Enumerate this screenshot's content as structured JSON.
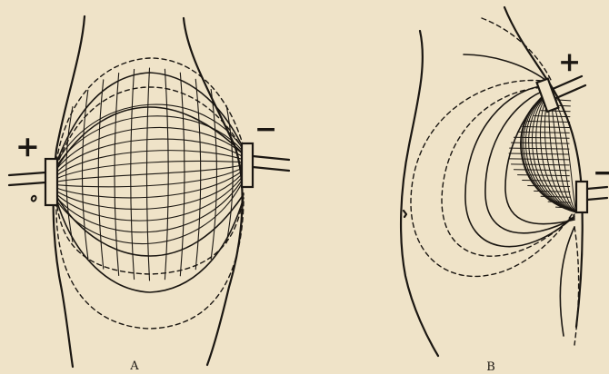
{
  "figure": {
    "background": "#efe3c8",
    "ink": "#1b1712",
    "panels": [
      {
        "id": "A",
        "caption": "A",
        "positive_sign": "+",
        "negative_sign": "−"
      },
      {
        "id": "B",
        "caption": "B",
        "positive_sign": "+",
        "negative_sign": "−"
      }
    ]
  }
}
